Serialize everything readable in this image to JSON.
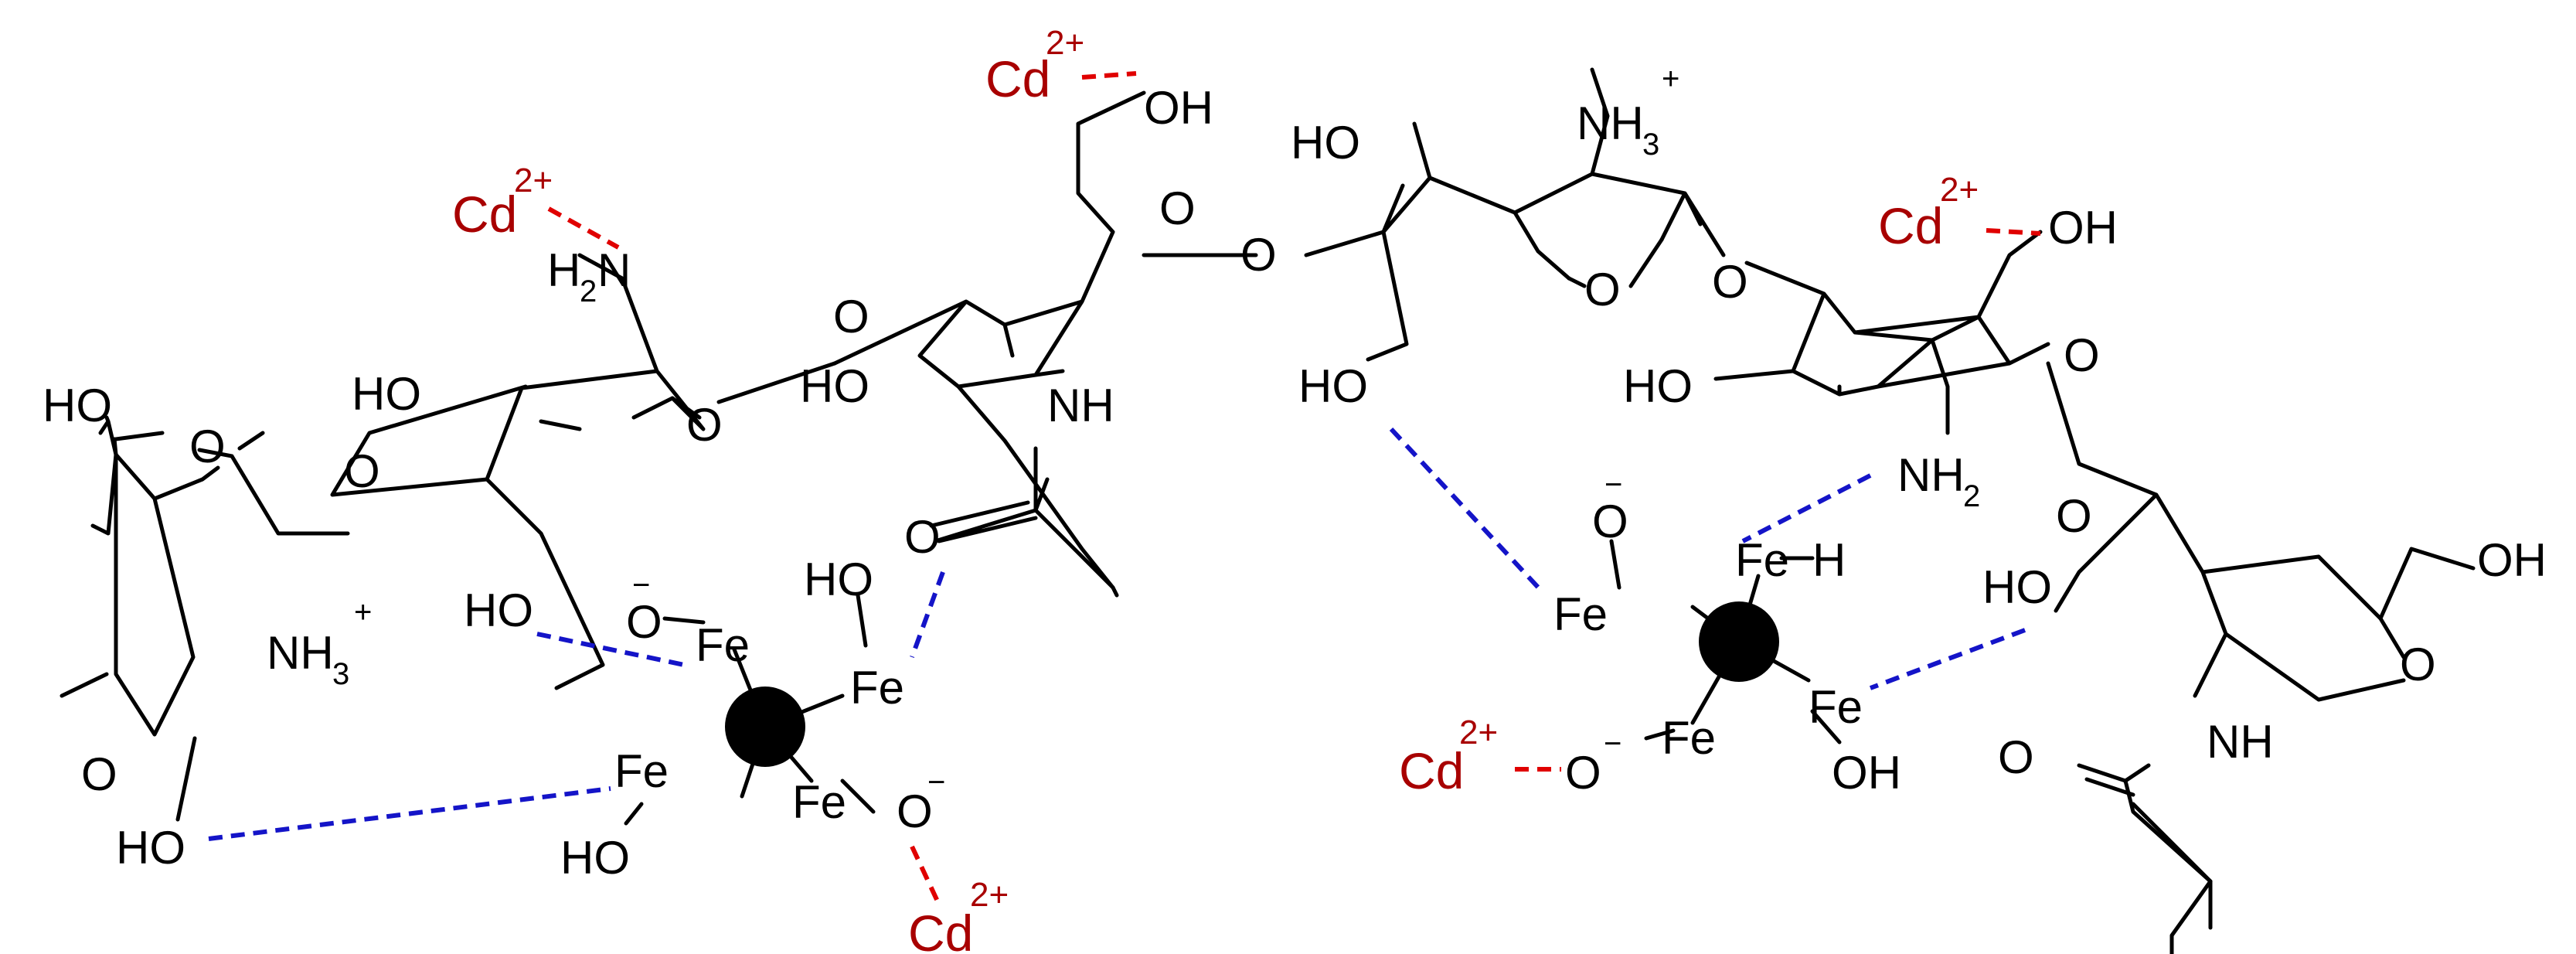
{
  "labels": {
    "oh": "OH",
    "ho": "HO",
    "o": "O",
    "nh": "NH",
    "nh_lower": "N",
    "h": "H",
    "nh3": "NH",
    "nh3_sub": "3",
    "nh3_sup": "+",
    "nh2": "NH",
    "nh2_sub": "2",
    "h2n_h": "H",
    "h2n_sub": "2",
    "h2n_n": "N",
    "fe": "Fe",
    "o_minus": "O",
    "minus": "−",
    "cd": "Cd",
    "cd_charge": "2+"
  },
  "colors": {
    "hydrogen_bond": "#1414c8",
    "cadmium_coordination": "#e00000",
    "cadmium_label": "#a80000",
    "nanoparticle": "#000000"
  }
}
